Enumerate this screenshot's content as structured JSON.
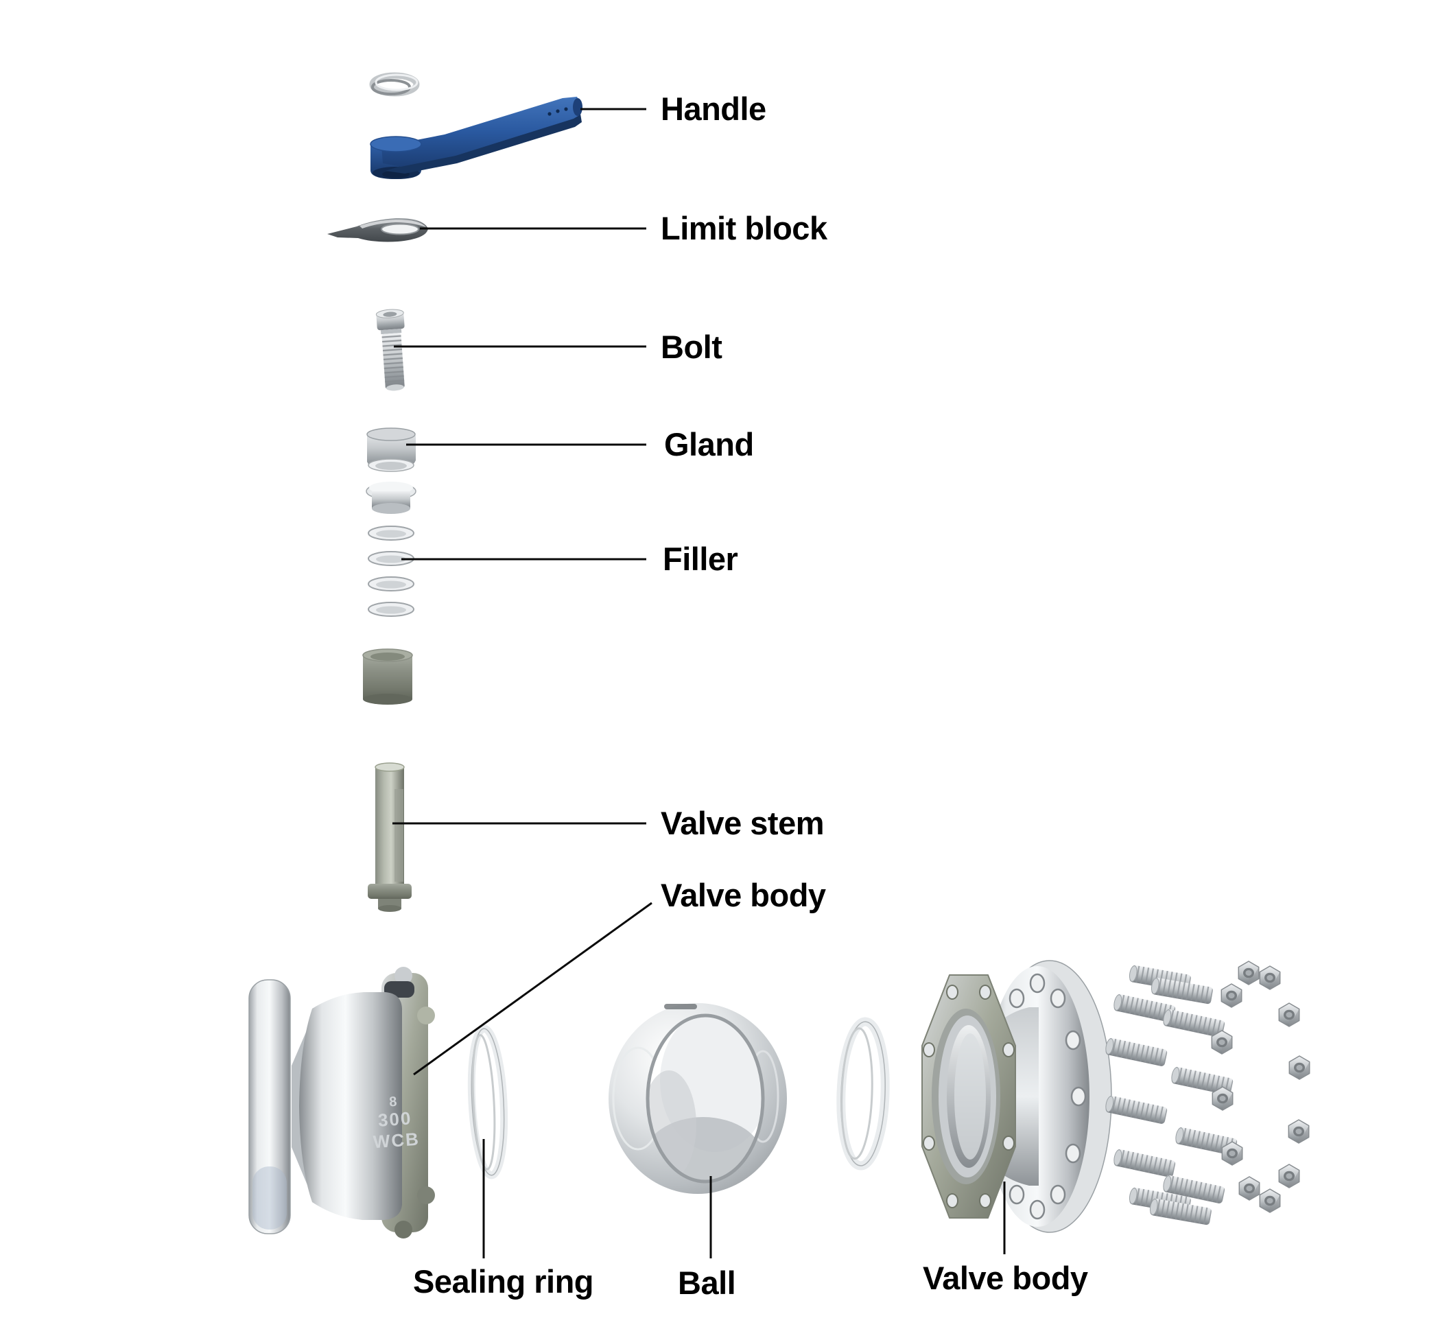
{
  "page": {
    "title": "Ball valve exploded-view diagram",
    "background": "#ffffff"
  },
  "labels": {
    "handle": "Handle",
    "limit_block": "Limit block",
    "bolt": "Bolt",
    "gland": "Gland",
    "filler": "Filler",
    "valve_stem": "Valve stem",
    "valve_body_upper": "Valve body",
    "sealing_ring": "Sealing ring",
    "ball": "Ball",
    "valve_body_lower": "Valve body"
  },
  "engraving": {
    "line1": "8",
    "line2": "300",
    "line3": "WCB"
  },
  "colors": {
    "label_text": "#000000",
    "leader_line": "#0a0a0a",
    "handle_blue": "#2a59a0",
    "handle_blue_dark": "#1c3e74",
    "steel_light": "#f2f4f5",
    "steel_mid": "#c4c8cb",
    "steel_dark": "#8b9094",
    "olive_gray": "#7c8278",
    "limit_block_gray": "#585d61"
  },
  "hardware": {
    "stud_count": 12,
    "nut_count": 12
  }
}
